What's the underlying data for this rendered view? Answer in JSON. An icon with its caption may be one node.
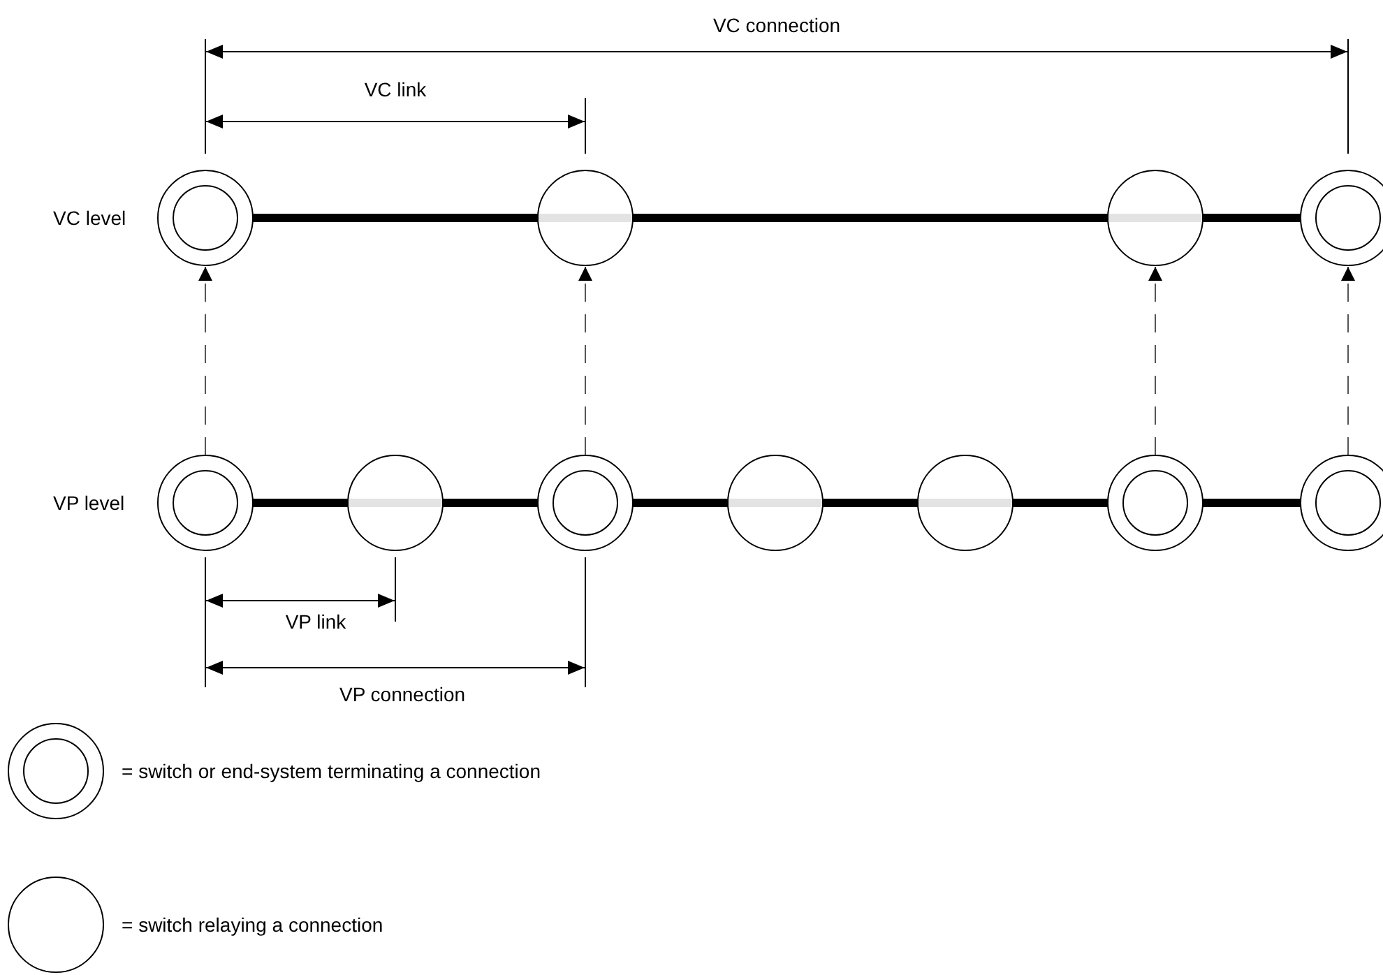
{
  "diagram": {
    "nodes": [
      {
        "text": [],
        "shape": "ring"
      },
      {
        "text": [],
        "shape": "circle"
      },
      {
        "text": [],
        "shape": "circle"
      },
      {
        "text": [],
        "shape": "ring"
      },
      {
        "text": [],
        "shape": "ring"
      },
      {
        "text": [],
        "shape": "circle"
      },
      {
        "text": [],
        "shape": "ring"
      },
      {
        "text": [],
        "shape": "circle"
      },
      {
        "text": [],
        "shape": "circle"
      },
      {
        "text": [],
        "shape": "ring"
      },
      {
        "text": [],
        "shape": "ring"
      }
    ],
    "edges": [
      {
        "from": 0,
        "to": 1,
        "arrow": "none"
      },
      {
        "from": 1,
        "to": 2,
        "arrow": "none"
      },
      {
        "from": 2,
        "to": 3,
        "arrow": "none"
      },
      {
        "from": 4,
        "to": 5,
        "arrow": "none"
      },
      {
        "from": 5,
        "to": 6,
        "arrow": "none"
      },
      {
        "from": 6,
        "to": 7,
        "arrow": "none"
      },
      {
        "from": 7,
        "to": 8,
        "arrow": "none"
      },
      {
        "from": 8,
        "to": 9,
        "arrow": "none"
      },
      {
        "from": 9,
        "to": 10,
        "arrow": "none"
      },
      {
        "from": 4,
        "to": 0,
        "arrow": "to",
        "style": "dashed"
      },
      {
        "from": 6,
        "to": 1,
        "arrow": "to",
        "style": "dashed"
      },
      {
        "from": 9,
        "to": 2,
        "arrow": "to",
        "style": "dashed"
      },
      {
        "from": 10,
        "to": 3,
        "arrow": "to",
        "style": "dashed"
      }
    ],
    "labels": [
      "VC connection",
      "VC link",
      "VC level",
      "VP level",
      "VP link",
      "VP connection"
    ],
    "legend": [
      {
        "text": "= switch or end-system terminating a connection"
      },
      {
        "text": "= switch relaying a connection"
      }
    ]
  }
}
